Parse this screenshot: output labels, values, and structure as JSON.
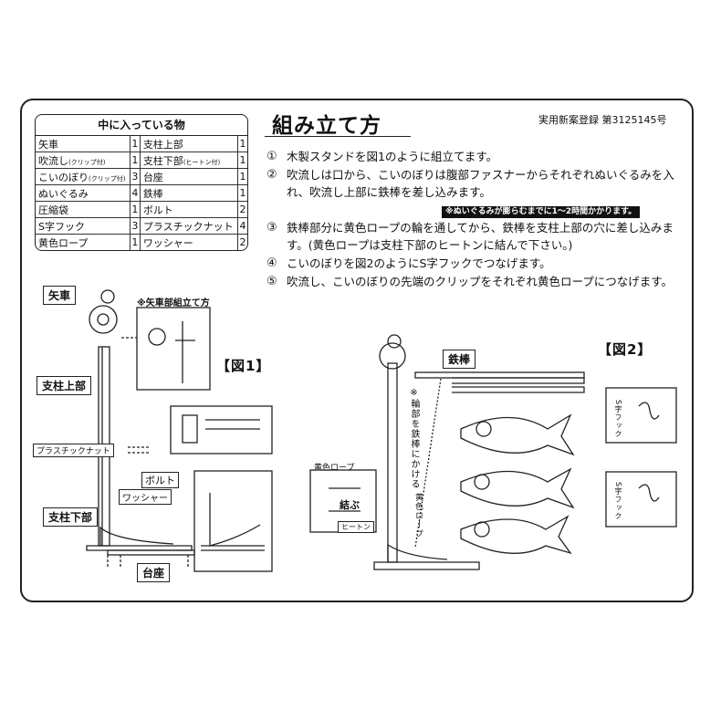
{
  "parts": {
    "header": "中に入っている物",
    "rows": [
      {
        "a": "矢車",
        "aq": "1",
        "b": "支柱上部",
        "bq": "1"
      },
      {
        "a": "吹流し",
        "a_small": "(クリップ付)",
        "aq": "1",
        "b": "支柱下部",
        "b_small": "(ヒートン付)",
        "bq": "1"
      },
      {
        "a": "こいのぼり",
        "a_small": "(クリップ付)",
        "aq": "3",
        "b": "台座",
        "bq": "1"
      },
      {
        "a": "ぬいぐるみ",
        "aq": "4",
        "b": "鉄棒",
        "bq": "1"
      },
      {
        "a": "圧縮袋",
        "aq": "1",
        "b": "ボルト",
        "bq": "2"
      },
      {
        "a": "S字フック",
        "aq": "3",
        "b": "プラスチックナット",
        "bq": "4"
      },
      {
        "a": "黄色ロープ",
        "aq": "1",
        "b": "ワッシャー",
        "bq": "2"
      }
    ]
  },
  "title": "組み立て方",
  "registration": "実用新案登録 第3125145号",
  "steps": [
    {
      "num": "①",
      "text": "木製スタンドを図1のように組立てます。"
    },
    {
      "num": "②",
      "text": "吹流しは口から、こいのぼりは腹部ファスナーからそれぞれぬいぐるみを入れ、吹流し上部に鉄棒を差し込みます。",
      "note": "※ぬいぐるみが膨らむまでに1～2時間かかります。"
    },
    {
      "num": "③",
      "text": "鉄棒部分に黄色ロープの輪を通してから、鉄棒を支柱上部の穴に差し込みます。(黄色ロープは支柱下部のヒートンに結んで下さい。)"
    },
    {
      "num": "④",
      "text": "こいのぼりを図2のようにS字フックでつなげます。"
    },
    {
      "num": "⑤",
      "text": "吹流し、こいのぼりの先端のクリップをそれぞれ黄色ロープにつなげます。"
    }
  ],
  "fig1": {
    "title": "【図1】",
    "labels": {
      "yaguruma": "矢車",
      "yaguruma_assembly": "※矢車部組立て方",
      "upper": "支柱上部",
      "nut": "プラスチックナット",
      "bolt": "ボルト",
      "washer": "ワッシャー",
      "lower": "支柱下部",
      "base": "台座"
    }
  },
  "fig2": {
    "title": "【図2】",
    "labels": {
      "rod": "鉄棒",
      "ring_note": "※輪部を鉄棒にかける",
      "rope_box": "黄色ロープ",
      "tie": "結ぶ",
      "heaton": "ヒートン",
      "rope_vertical": "黄色ロープ",
      "s_hook_1": "S字フック",
      "s_hook_2": "S字フック"
    }
  }
}
